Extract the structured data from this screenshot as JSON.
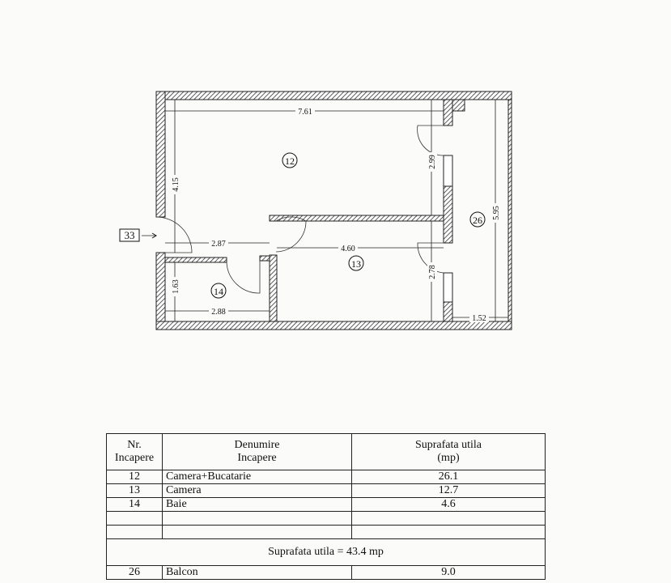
{
  "plan": {
    "rooms": [
      "12",
      "13",
      "14",
      "26"
    ],
    "entrance": "33",
    "dimensions": {
      "width_12": "7.61",
      "height_12": "4.15",
      "d_2_99": "2.99",
      "d_5_95": "5.95",
      "d_2_87": "2.87",
      "d_4_60": "4.60",
      "d_2_78": "2.78",
      "d_1_63": "1.63",
      "d_2_88": "2.88",
      "d_1_52": "1.52"
    }
  },
  "table": {
    "headers": {
      "nr": "Nr.",
      "nr2": "Incapere",
      "name": "Denumire",
      "name2": "Incapere",
      "area": "Suprafata utila",
      "area2": "(mp)"
    },
    "rows": [
      {
        "nr": "12",
        "name": "Camera+Bucatarie",
        "area": "26.1"
      },
      {
        "nr": "13",
        "name": "Camera",
        "area": "12.7"
      },
      {
        "nr": "14",
        "name": "Baie",
        "area": "4.6"
      },
      {
        "nr": "",
        "name": "",
        "area": ""
      },
      {
        "nr": "",
        "name": "",
        "area": ""
      }
    ],
    "total": "Suprafata utila = 43.4 mp",
    "extra": {
      "nr": "26",
      "name": "Balcon",
      "area": "9.0"
    }
  }
}
